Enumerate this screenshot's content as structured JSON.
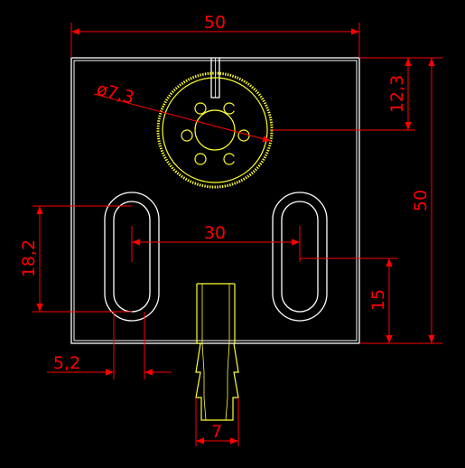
{
  "colors": {
    "background": "#000000",
    "part_outline": "#ffffff",
    "gear_features": "#ffff33",
    "dimension": "#ff0000"
  },
  "dimensions": {
    "overall_width": "50",
    "overall_height": "50",
    "hole_diameter": "ø7,3",
    "hole_center_offset": "12,3",
    "slot_spacing": "30",
    "slot_length": "18,2",
    "slot_height_from_bottom": "15",
    "slot_width": "5,2",
    "nozzle_width": "7"
  }
}
